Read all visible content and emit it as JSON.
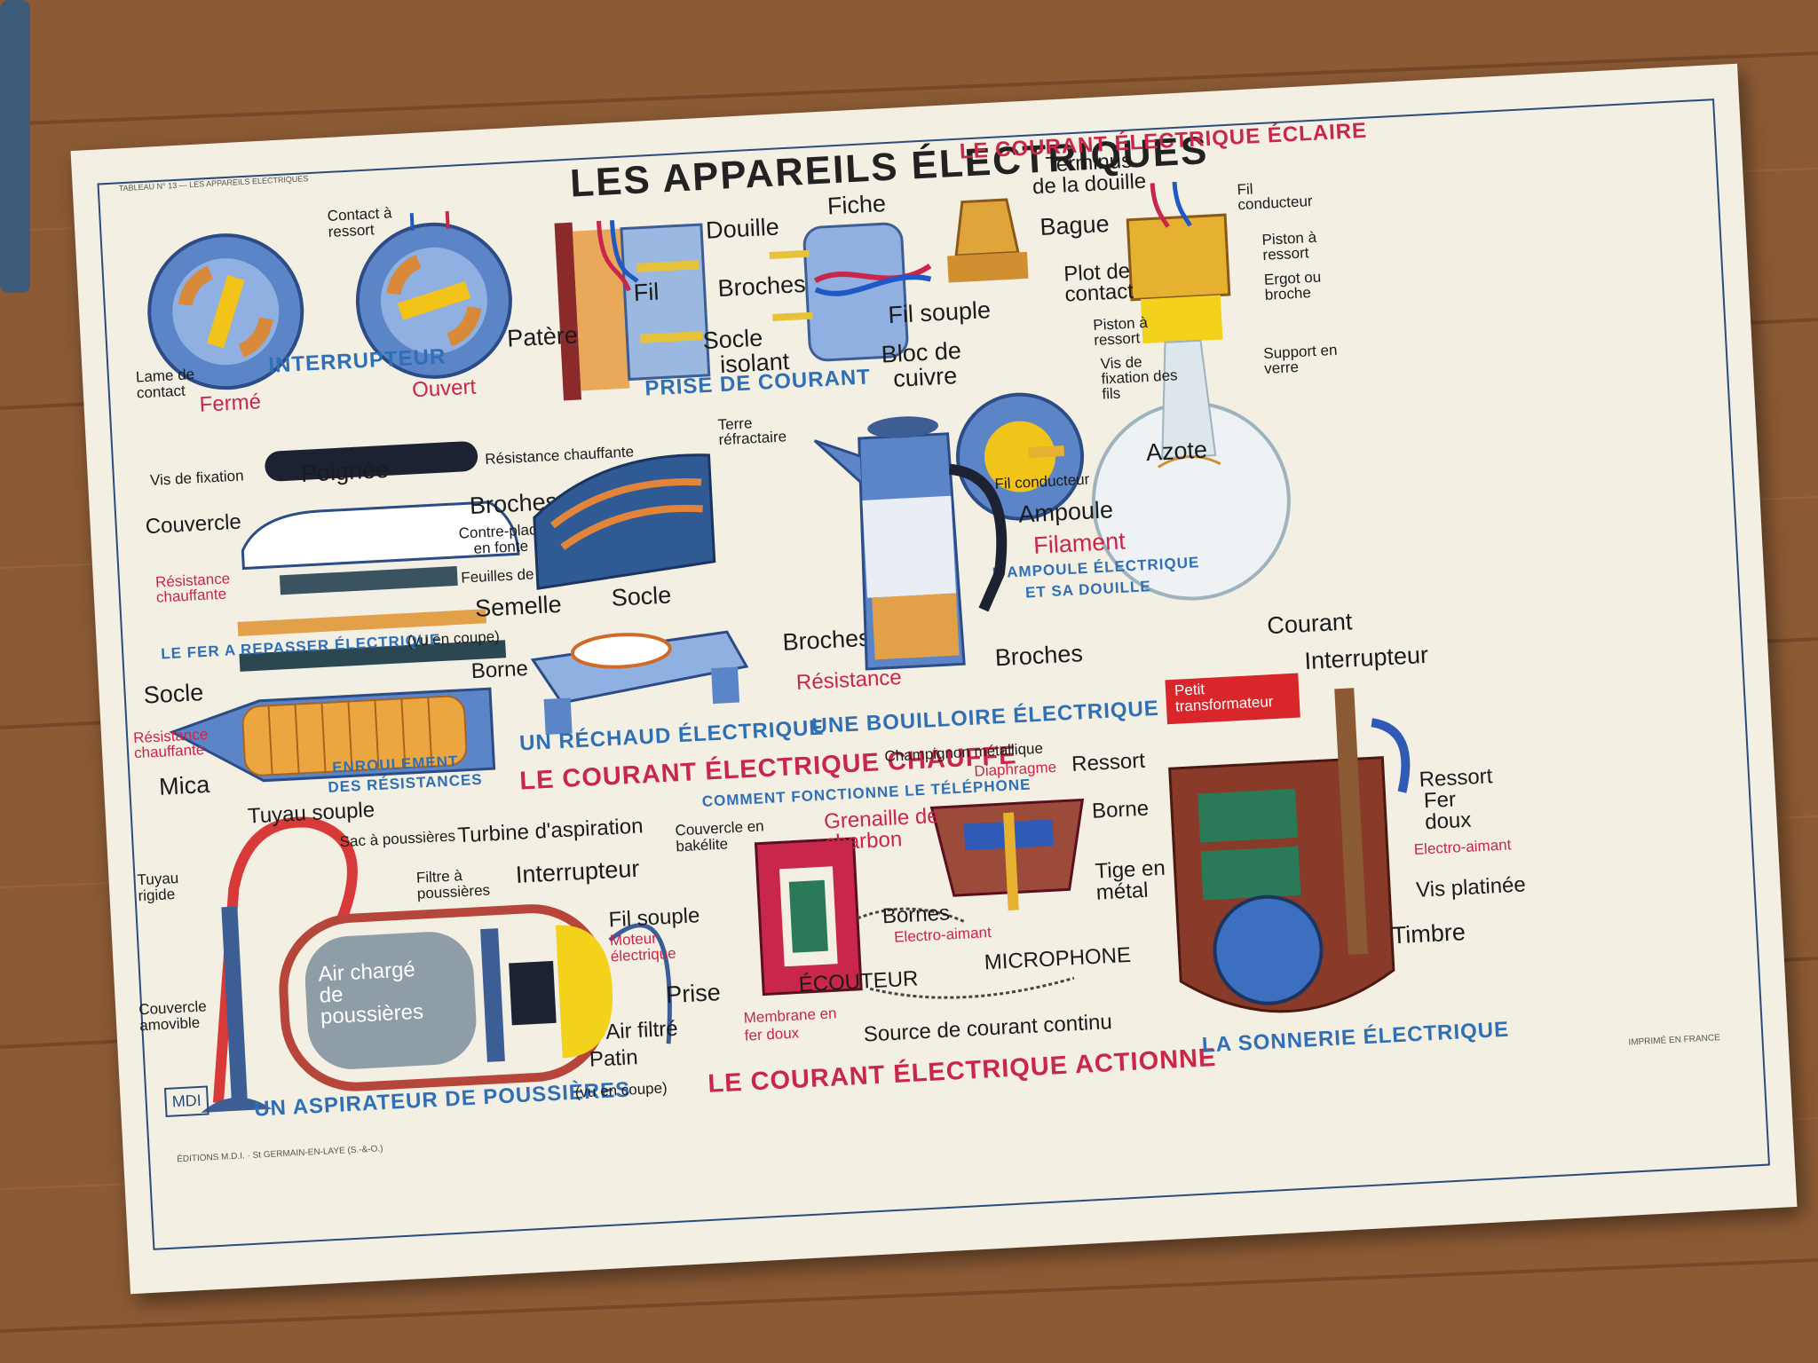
{
  "poster": {
    "small_header": "TABLEAU N° 13 — LES APPAREILS ELECTRIQUES",
    "title": "LES APPAREILS ÉLECTRIQUES",
    "footer_left": "ÉDITIONS M.D.I. · St GERMAIN-EN-LAYE (S.-&-O.)",
    "footer_right": "IMPRIMÉ EN FRANCE",
    "logo": "MDI",
    "colors": {
      "paper": "#f3efe3",
      "blue": "#2f6fb5",
      "red": "#c8264b",
      "ink": "#1b1b1b",
      "wood": "#8a5a34"
    }
  },
  "interrupteur": {
    "contact": "Contact à ressort",
    "lame": "Lame de contact",
    "caption": "INTERRUPTEUR",
    "ferme": "Fermé",
    "ouvert": "Ouvert"
  },
  "prise": {
    "douille": "Douille",
    "fiche": "Fiche",
    "fil": "Fil",
    "broches": "Broches",
    "patere": "Patère",
    "fil_souple": "Fil souple",
    "socle": "Socle",
    "isolant": "isolant",
    "caption": "PRISE DE COURANT"
  },
  "ampoule": {
    "section_title": "LE COURANT ÉLECTRIQUE ÉCLAIRE",
    "terminus": "Terminus",
    "de_la_douille": "de la douille",
    "fil_cond": "Fil conducteur",
    "bague": "Bague",
    "piston_ressort": "Piston à ressort",
    "plot": "Plot de",
    "contact": "contact",
    "ergot": "Ergot ou broche",
    "bloc": "Bloc de",
    "cuivre": "cuivre",
    "piston2": "Piston à ressort",
    "vis_fixation": "Vis de fixation des fils",
    "support": "Support en verre",
    "azote": "Azote",
    "fil_conducteur": "Fil conducteur",
    "ampoule": "Ampoule",
    "filament": "Filament",
    "caption1": "L'AMPOULE ÉLECTRIQUE",
    "caption2": "ET SA DOUILLE"
  },
  "fer": {
    "vis": "Vis de fixation",
    "poignee": "Poignée",
    "couvercle": "Couvercle",
    "resistance": "Résistance chauffante",
    "broches": "Broches",
    "contre_plaque": "Contre-plaque",
    "en_fonte": "en fonte",
    "feuilles": "Feuilles de mica",
    "semelle": "Semelle",
    "caption": "LE FER A REPASSER ÉLECTRIQUE",
    "vu": "(vu en coupe)",
    "socle": "Socle",
    "borne": "Borne",
    "res2": "Résistance chauffante",
    "mica": "Mica",
    "enroulement": "ENROULEMENT",
    "des_res": "DES RÉSISTANCES"
  },
  "rechaud": {
    "res": "Résistance chauffante",
    "terre": "Terre réfractaire",
    "socle": "Socle",
    "broches": "Broches",
    "caption": "UN RÉCHAUD ÉLECTRIQUE"
  },
  "bouilloire": {
    "resistance": "Résistance",
    "broches": "Broches",
    "caption": "UNE BOUILLOIRE ÉLECTRIQUE"
  },
  "chauffe_title": "LE COURANT ÉLECTRIQUE CHAUFFE",
  "aspirateur": {
    "tuyau_souple": "Tuyau souple",
    "tuyau_rigide": "Tuyau rigide",
    "sac": "Sac à poussières",
    "turbine": "Turbine d'aspiration",
    "filtre": "Filtre à poussières",
    "interrupteur": "Interrupteur",
    "fil_souple": "Fil souple",
    "moteur": "Moteur électrique",
    "air_charge": "Air chargé de poussières",
    "couvercle": "Couvercle amovible",
    "prise": "Prise",
    "air_filtre": "Air filtré",
    "patin": "Patin",
    "caption": "UN ASPIRATEUR DE POUSSIÈRES",
    "vu": "(vu en coupe)"
  },
  "telephone": {
    "champignon": "Champignon métallique",
    "caption": "COMMENT FONCTIONNE LE TÉLÉPHONE",
    "diaphragme": "Diaphragme",
    "ressort": "Ressort",
    "couvercle": "Couvercle en bakélite",
    "grenaille": "Grenaille de charbon",
    "borne": "Borne",
    "tige": "Tige en métal",
    "bornes": "Bornes",
    "electro": "Electro-aimant",
    "ecouteur": "ÉCOUTEUR",
    "microphone": "MICROPHONE",
    "membrane": "Membrane en fer doux",
    "source": "Source de courant continu"
  },
  "actionne_title": "LE COURANT ÉLECTRIQUE ACTIONNE",
  "sonnerie": {
    "courant": "Courant",
    "transfo": "Petit transformateur",
    "interrupteur": "Interrupteur",
    "ressort": "Ressort",
    "fer_doux": "Fer doux",
    "electro": "Electro-aimant",
    "vis": "Vis platinée",
    "timbre": "Timbre",
    "caption": "LA SONNERIE ÉLECTRIQUE"
  }
}
